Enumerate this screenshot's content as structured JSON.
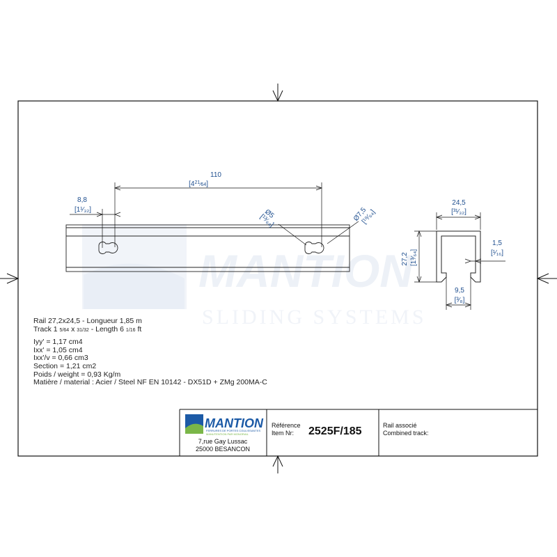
{
  "watermark": {
    "brand": "MANTION",
    "tagline": "SLIDING SYSTEMS"
  },
  "dimensions": {
    "d1_value": "110",
    "d1_imperial_whole": "[4",
    "d1_imperial_num": "21",
    "d1_imperial_den": "64",
    "d1_imperial_close": "]",
    "d2_value": "8,8",
    "d2_imperial": "[1¹⁄₃₂]",
    "d3_value": "Ø5",
    "d3_imperial": "[¹³⁄₆₄]",
    "d4_value": "Ø7,5",
    "d4_imperial": "[¹⁹⁄₆₄]",
    "d5_value": "24,5",
    "d5_imperial": "[³¹⁄₃₂]",
    "d6_value": "1,5",
    "d6_imperial": "[¹⁄₁₆]",
    "d7_value": "27,2",
    "d7_imperial": "[1³⁄₆₄]",
    "d8_value": "9,5",
    "d8_imperial": "[³⁄₈]"
  },
  "specs": {
    "line1": "Rail 27,2x24,5  - Longueur 1,85 m",
    "line2_a": "Track 1 ",
    "line2_b": "5/64",
    "line2_c": " x ",
    "line2_d": "31/32",
    "line2_e": "  -  Length  6 ",
    "line2_f": "1/16",
    "line2_g": " ft",
    "line3": "Iyy' = 1,17 cm4",
    "line4": "Ixx' = 1,05 cm4",
    "line5": "Ixx'/v = 0,66 cm3",
    "line6": "Section = 1,21 cm2",
    "line7": "Poids / weight = 0,93 Kg/m",
    "line8": "Matière / material : Acier / Steel NF EN 10142 - DX51D + ZMg 200MA-C"
  },
  "title_block": {
    "logo_name": "MANTION",
    "logo_sub1": "FERRURES DE PORTES COULISSANTES",
    "logo_sub2": "MANUTENTION PAR MONORAIL",
    "address_line1": "7,rue Gay Lussac",
    "address_line2": "25000 BESANCON",
    "ref_label_fr": "Référence",
    "ref_label_en": "Item Nr:",
    "ref_value": "2525F/185",
    "assoc_label_fr": "Rail associé",
    "assoc_label_en": "Combined track:"
  },
  "colors": {
    "dimension": "#1f4f8f",
    "logo_blue": "#1c5aa6",
    "logo_green": "#7ab648",
    "watermark": "#eef2f8"
  }
}
